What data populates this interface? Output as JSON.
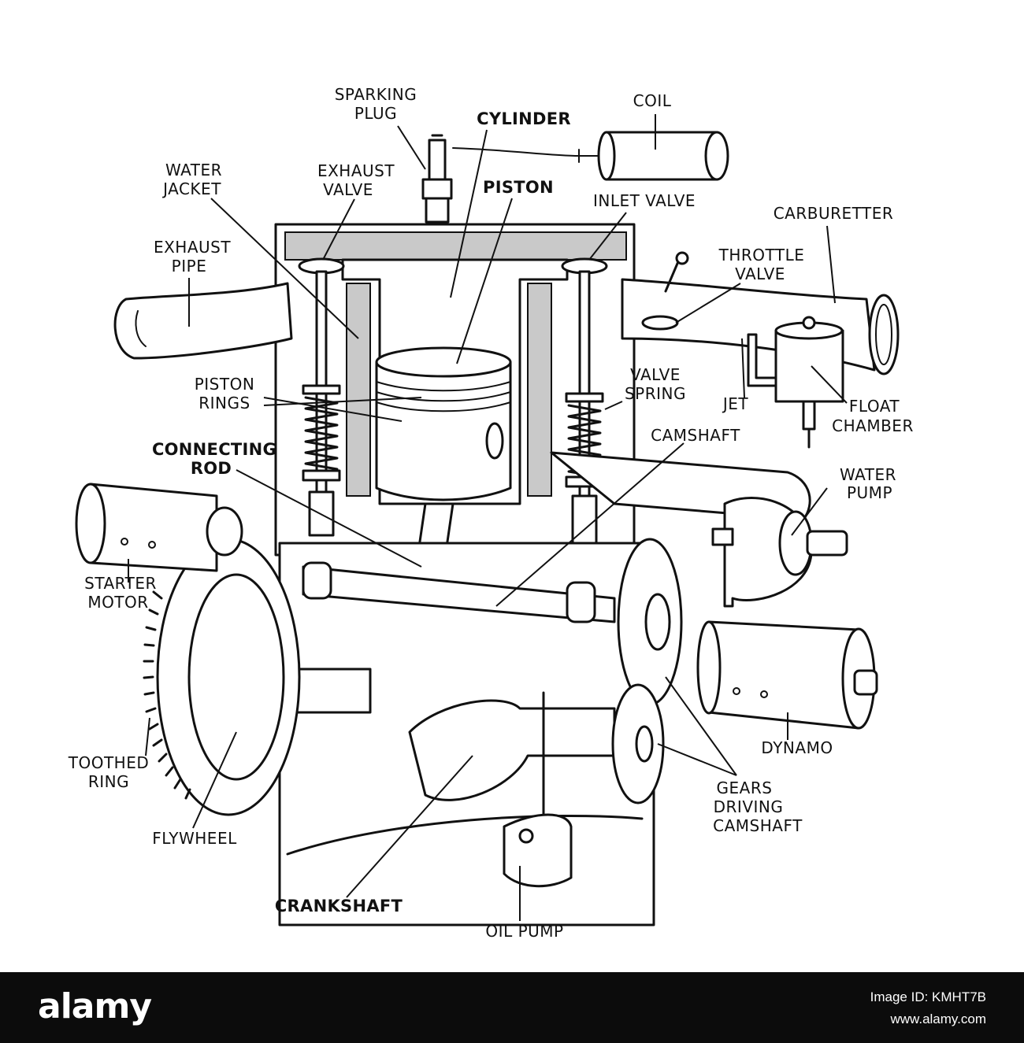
{
  "labels": {
    "sparking_plug_1": "SPARKING",
    "sparking_plug_2": "PLUG",
    "cylinder": "CYLINDER",
    "coil": "COIL",
    "water_jacket_1": "WATER",
    "water_jacket_2": "JACKET",
    "exhaust_valve_1": "EXHAUST",
    "exhaust_valve_2": "VALVE",
    "piston": "PISTON",
    "inlet_valve": "INLET  VALVE",
    "carburetter": "CARBURETTER",
    "exhaust_pipe_1": "EXHAUST",
    "exhaust_pipe_2": "PIPE",
    "throttle_valve_1": "THROTTLE",
    "throttle_valve_2": "VALVE",
    "piston_rings_1": "PISTON",
    "piston_rings_2": "RINGS",
    "valve_spring_1": "VALVE",
    "valve_spring_2": "SPRING",
    "jet": "JET",
    "float_chamber_1": "FLOAT",
    "float_chamber_2": "CHAMBER",
    "connecting_rod_1": "CONNECTING",
    "connecting_rod_2": "ROD",
    "camshaft": "CAMSHAFT",
    "water_pump_1": "WATER",
    "water_pump_2": "PUMP",
    "starter_motor_1": "STARTER",
    "starter_motor_2": "MOTOR",
    "dynamo": "DYNAMO",
    "toothed_ring_1": "TOOTHED",
    "toothed_ring_2": "RING",
    "gears_1": "GEARS",
    "gears_2": "DRIVING",
    "gears_3": "CAMSHAFT",
    "flywheel": "FLYWHEEL",
    "crankshaft": "CRANKSHAFT",
    "oil_pump": "OIL  PUMP"
  },
  "footer": {
    "logo": "alamy",
    "image_id_1": "Image ID: KMHT7B",
    "image_id_2": "www.alamy.com"
  }
}
